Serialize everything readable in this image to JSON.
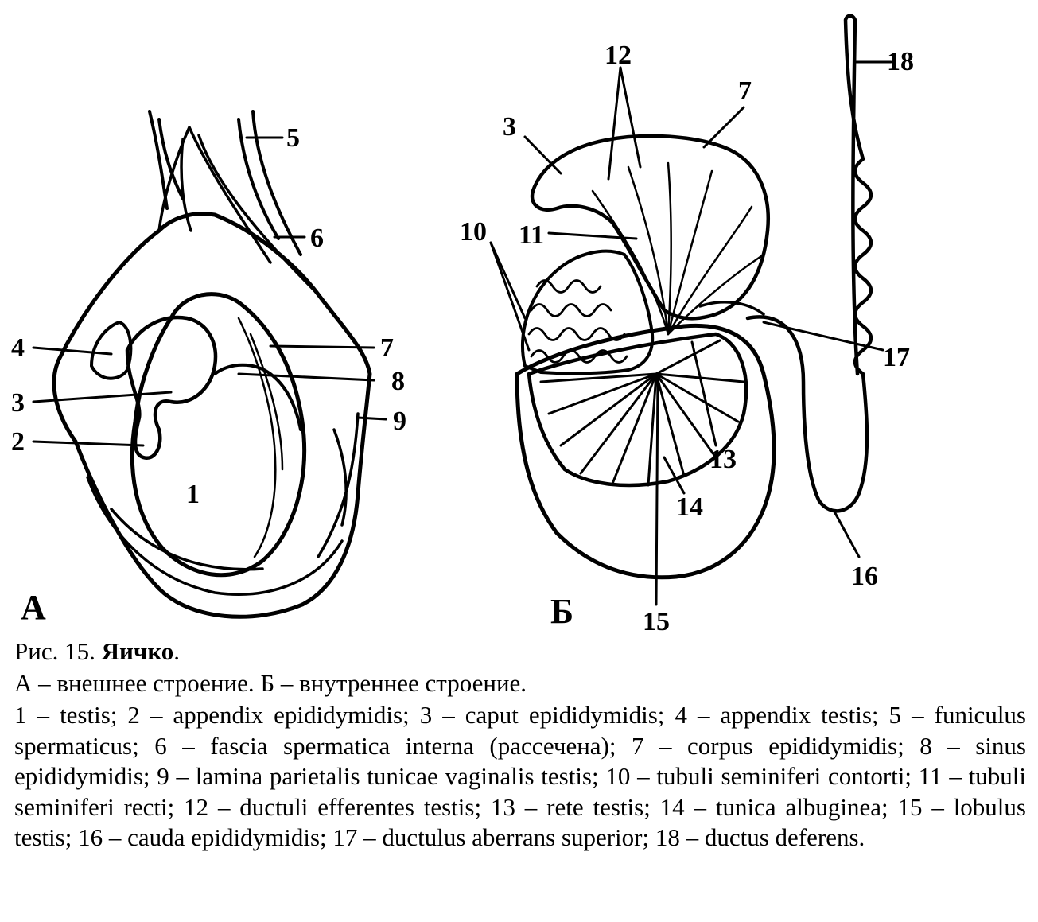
{
  "figure": {
    "panel_a": "А",
    "panel_b": "Б",
    "labels_a": [
      "1",
      "2",
      "3",
      "4",
      "5",
      "6",
      "7",
      "8",
      "9"
    ],
    "labels_b": [
      "3",
      "7",
      "10",
      "11",
      "12",
      "13",
      "14",
      "15",
      "16",
      "17",
      "18"
    ]
  },
  "caption": {
    "prefix": "Рис. 15.",
    "title": "Яичко",
    "title_end": ".",
    "subtitle": "А – внешнее строение. Б – внутреннее строение.",
    "legend": "1 – testis; 2 – appendix epididymidis; 3 – caput epididymidis; 4 – appendix testis; 5 – funiculus spermaticus; 6 – fascia spermatica interna (рассечена); 7 – corpus epididymidis; 8 – sinus epididymidis; 9 – lamina parietalis tunicae vaginalis testis; 10 – tubuli seminiferi contorti; 11 – tubuli seminiferi recti; 12 – ductuli efferentes testis; 13 – rete testis; 14 – tunica albuginea; 15 – lobulus testis; 16 – cauda epididymidis; 17 – ductulus aberrans superior; 18 – ductus deferens."
  }
}
